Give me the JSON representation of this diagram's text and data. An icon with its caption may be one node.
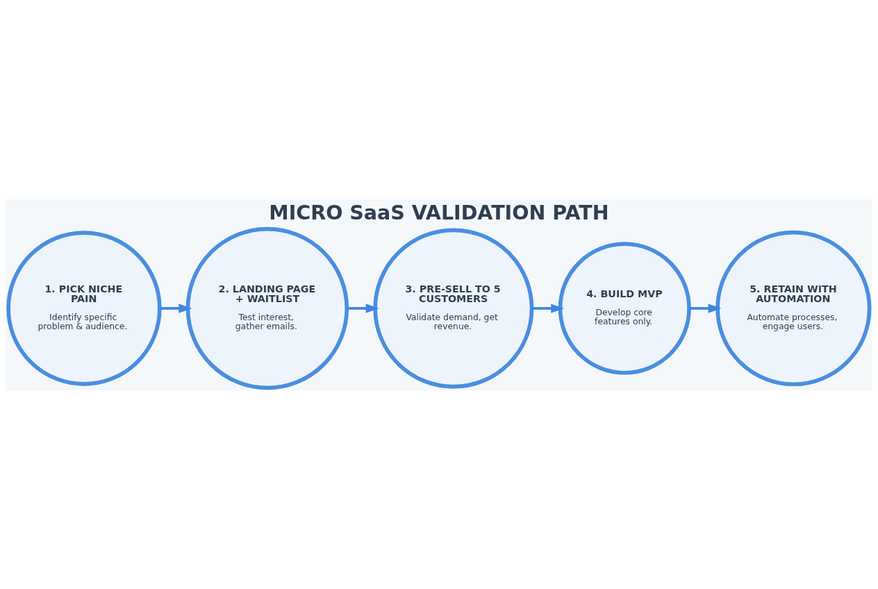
{
  "diagram": {
    "title": "MICRO SaaS VALIDATION PATH",
    "nodes": [
      {
        "text": [
          "1. PICK NICHE PAIN",
          "Identify specific problem & audience."
        ]
      },
      {
        "text": [
          "2. LANDING PAGE + WAITLIST",
          "Test interest, gather emails."
        ]
      },
      {
        "text": [
          "3. PRE-SELL TO 5 CUSTOMERS",
          "Validate demand, get revenue."
        ]
      },
      {
        "text": [
          "4. BUILD MVP",
          "Develop core features only."
        ]
      },
      {
        "text": [
          "5. RETAIN WITH AUTOMATION",
          "Automate processes, engage users."
        ]
      }
    ],
    "edges": [
      {
        "from": 0,
        "to": 1,
        "arrow": "to"
      },
      {
        "from": 1,
        "to": 2,
        "arrow": "to"
      },
      {
        "from": 2,
        "to": 3,
        "arrow": "to"
      },
      {
        "from": 3,
        "to": 4,
        "arrow": "to"
      }
    ]
  }
}
